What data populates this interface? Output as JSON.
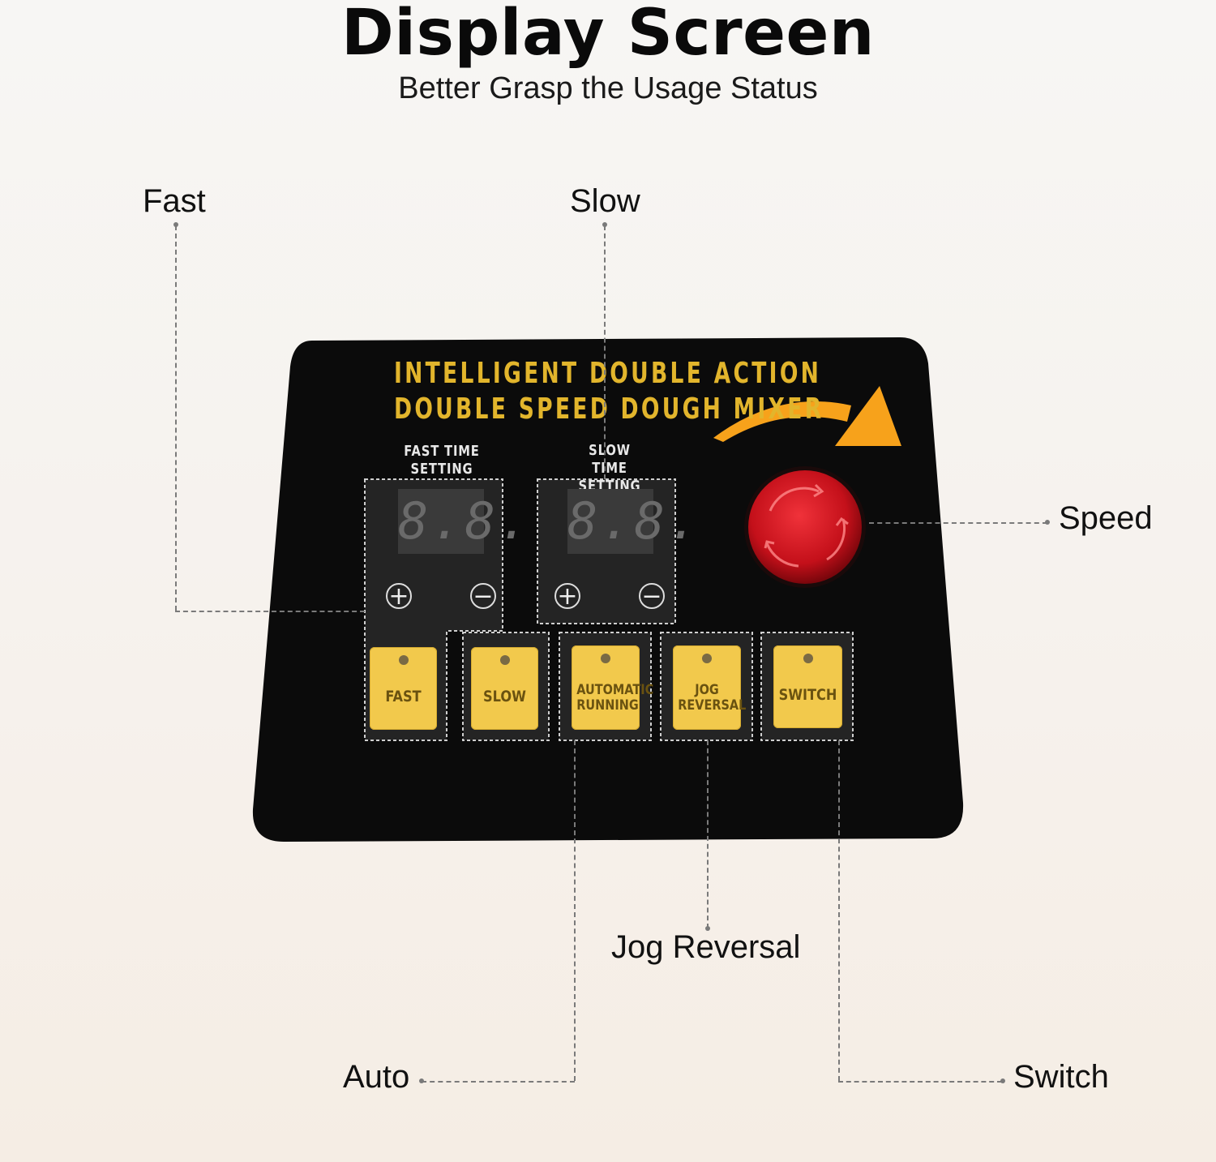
{
  "header": {
    "title": "Display Screen",
    "subtitle": "Better Grasp the Usage Status"
  },
  "callouts": {
    "fast": "Fast",
    "slow": "Slow",
    "speed": "Speed",
    "jog_reversal": "Jog Reversal",
    "auto": "Auto",
    "switch": "Switch"
  },
  "panel": {
    "heading_line1": "INTELLIGENT DOUBLE ACTION",
    "heading_line2": "DOUBLE SPEED DOUGH MIXER",
    "fast_setting_label": "FAST TIME\nSETTING",
    "slow_setting_label": "SLOW TIME\nSETTING",
    "fast_display": "8.8.",
    "slow_display": "8.8.",
    "plus": "+",
    "minus": "−",
    "buttons": {
      "fast": "FAST",
      "slow": "SLOW",
      "automatic_running": "AUTOMATIC\nRUNNING",
      "jog_reversal": "JOG\nREVERSAL",
      "switch": "SWITCH"
    }
  },
  "colors": {
    "panel": "#0b0b0b",
    "text_yellow": "#e2b52c",
    "button_yellow": "#f2c94c",
    "arrow_orange": "#f7a21b",
    "knob_red": "#d0141b"
  },
  "icons": {
    "knob": "rotate-arrows-icon",
    "arrow": "curved-arrow-icon"
  }
}
